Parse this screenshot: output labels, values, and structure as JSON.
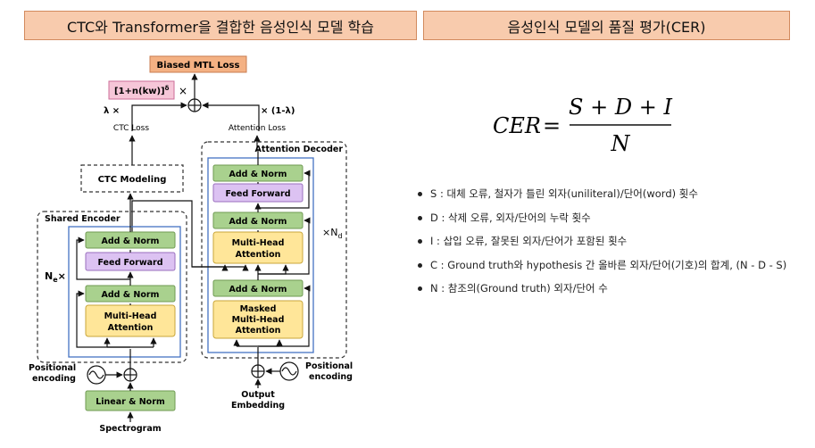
{
  "headers": {
    "left": "CTC와 Transformer을 결합한 음성인식 모델 학습",
    "right": "음성인식 모델의 품질 평가(CER)"
  },
  "diagram": {
    "loss_top": "Biased MTL Loss",
    "bias_term": "[1+n(kw)]",
    "bias_exp": "δ",
    "times": "×",
    "lambda_label": "λ ×",
    "one_minus_lambda": "× (1-λ)",
    "ctc_loss": "CTC Loss",
    "attention_loss": "Attention Loss",
    "ctc_modeling": "CTC Modeling",
    "attention_decoder": "Attention Decoder",
    "shared_encoder": "Shared Encoder",
    "add_norm": "Add & Norm",
    "feed_forward": "Feed Forward",
    "multi_head_1": "Multi-Head",
    "multi_head_2": "Attention",
    "masked": "Masked",
    "ne_label": "N",
    "ne_sub": "e",
    "nd_label": "×N",
    "nd_sub": "d",
    "positional_1": "Positional",
    "positional_2": "encoding",
    "linear_norm": "Linear & Norm",
    "spectrogram": "Spectrogram",
    "output_1": "Output",
    "output_2": "Embedding"
  },
  "formula": {
    "lhs": "CER",
    "equals": "=",
    "numerator": "S + D + I",
    "denominator": "N"
  },
  "definitions": [
    "S : 대체 오류, 철자가 틀린 외자(uniliteral)/단어(word) 횟수",
    "D : 삭제 오류, 외자/단어의 누락 횟수",
    "I : 삽입 오류, 잘못된 외자/단어가 포함된 횟수",
    "C : Ground truth와 hypothesis 간 올바른 외자/단어(기호)의 합계, (N - D - S)",
    "N : 참조의(Ground truth) 외자/단어 수"
  ],
  "colors": {
    "header_fill": "#f8cbad",
    "add_norm": "#a9d18e",
    "feed_forward": "#dcc2f2",
    "multi_head": "#ffe699",
    "linear_norm": "#a9d18e",
    "loss_box": "#f4b183",
    "bias_box": "#f6c6d8",
    "block_border": "#4472c4"
  }
}
